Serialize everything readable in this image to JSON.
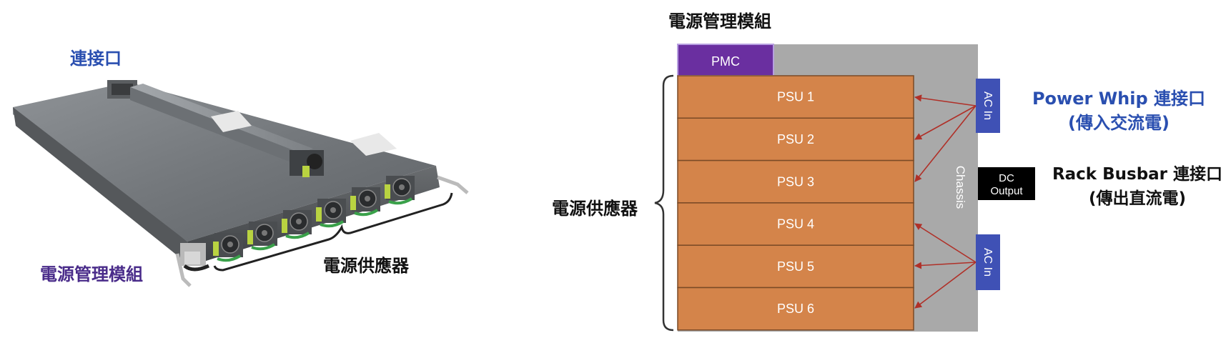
{
  "left": {
    "connector_label": "連接口",
    "pmc_label": "電源管理模組",
    "psu_label": "電源供應器"
  },
  "right": {
    "title": "電源管理模組",
    "pmc": "PMC",
    "psus": [
      "PSU 1",
      "PSU 2",
      "PSU 3",
      "PSU 4",
      "PSU 5",
      "PSU 6"
    ],
    "psu_group_label": "電源供應器",
    "chassis": "Chassis",
    "ac_in_top": "AC In",
    "ac_in_bottom": "AC In",
    "dc_output": [
      "DC",
      "Output"
    ],
    "power_whip": "Power Whip 連接口",
    "power_whip_sub": "(傳入交流電)",
    "rack_busbar": "Rack Busbar 連接口",
    "rack_busbar_sub": "(傳出直流電)"
  },
  "colors": {
    "psu": "#d4844a",
    "pmc": "#6a2fa0",
    "chassis": "#a9a9a9",
    "ac_in": "#3f51b5",
    "dc_output": "#000000",
    "arrows": "#b03028",
    "blue_text": "#2a4fb0",
    "purple_text": "#4a2c8a"
  }
}
